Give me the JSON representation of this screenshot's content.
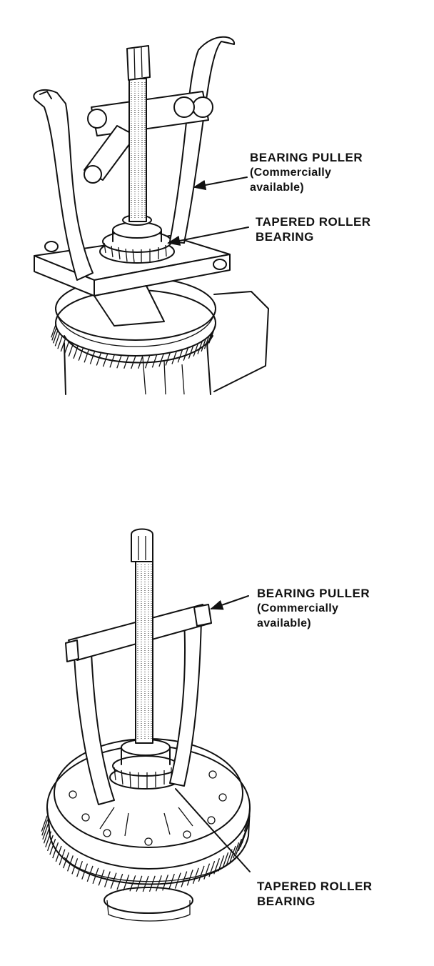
{
  "figure_top": {
    "puller_label": "BEARING PULLER",
    "puller_note_line1": "(Commercially",
    "puller_note_line2": "available)",
    "bearing_label_line1": "TAPERED ROLLER",
    "bearing_label_line2": "BEARING"
  },
  "figure_bottom": {
    "puller_label": "BEARING PULLER",
    "puller_note_line1": "(Commercially",
    "puller_note_line2": "available)",
    "bearing_label_line1": "TAPERED ROLLER",
    "bearing_label_line2": "BEARING"
  }
}
